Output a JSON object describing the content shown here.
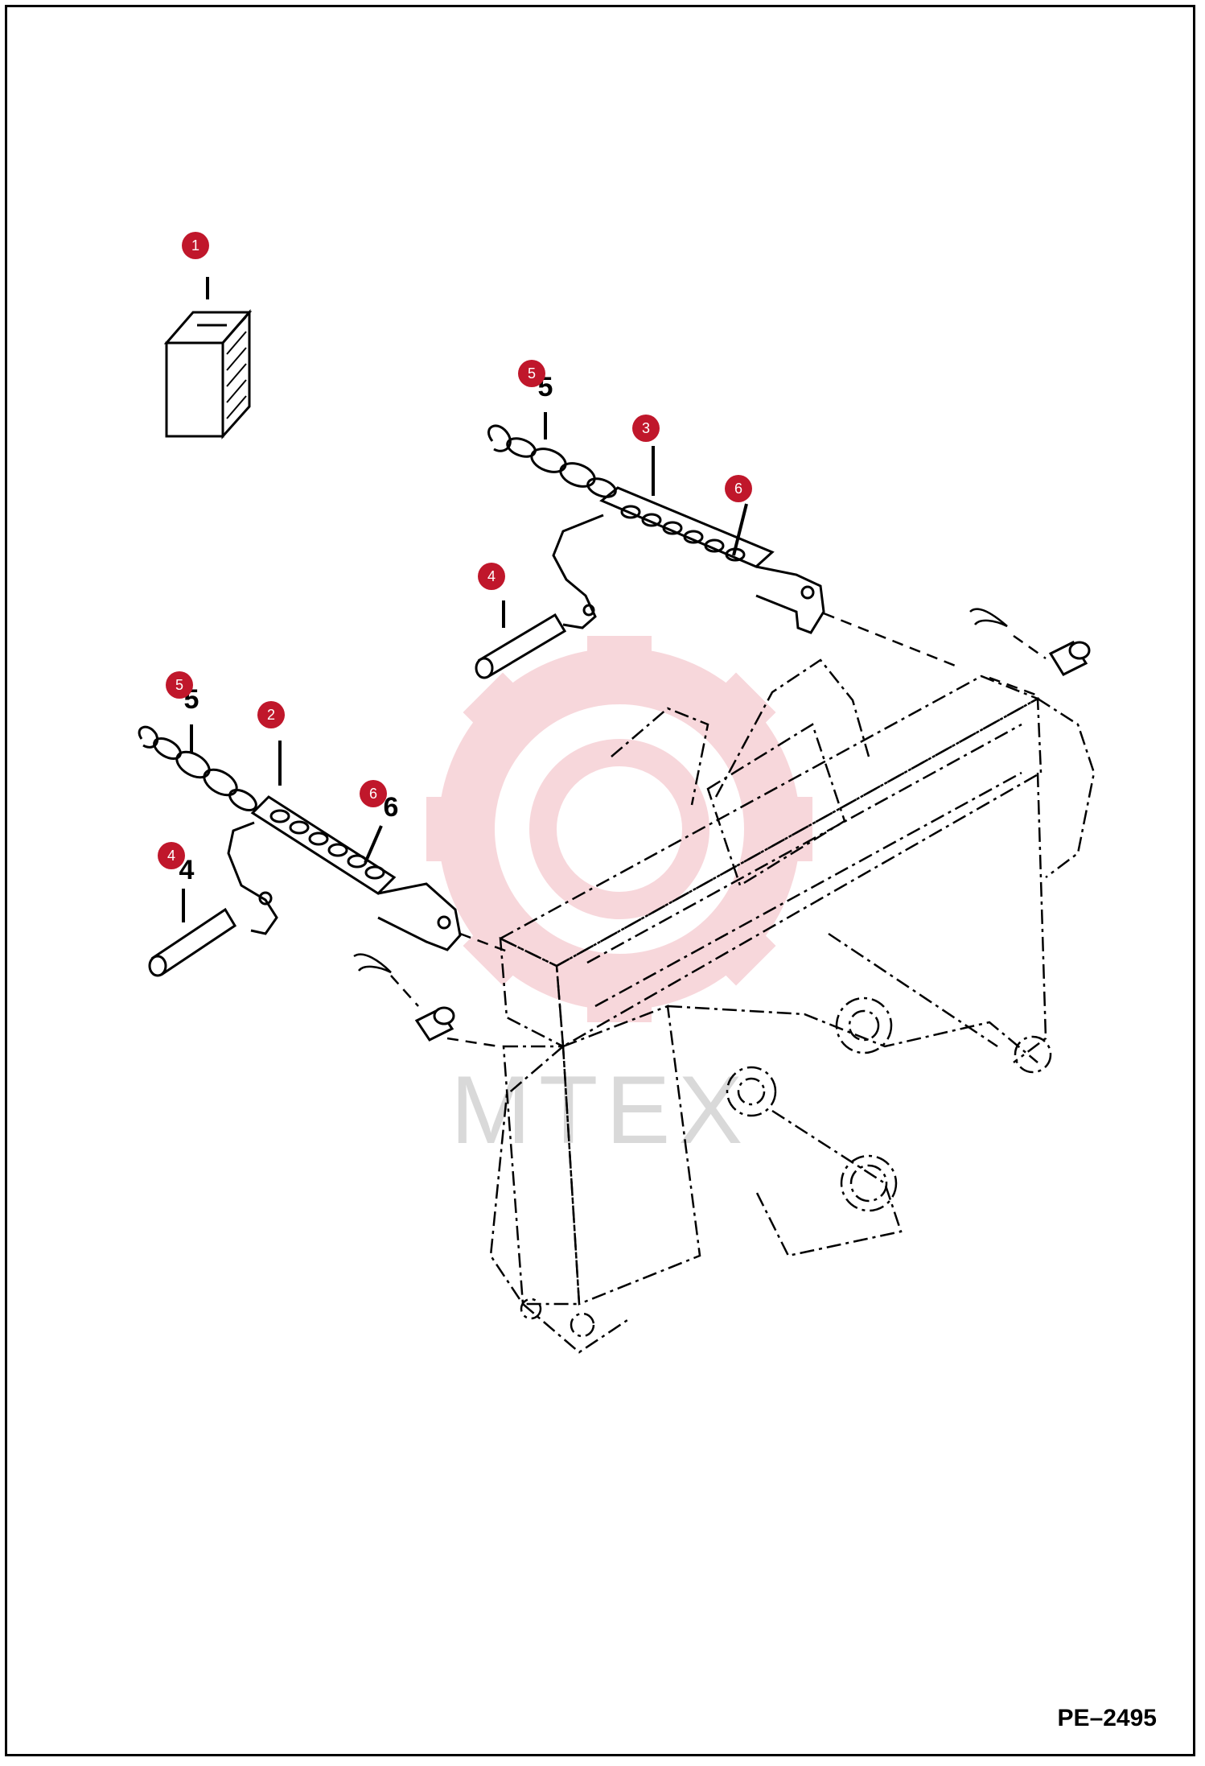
{
  "figure": {
    "id_label": "PE–2495",
    "watermark_text": "МТЕХ"
  },
  "colors": {
    "callout_fill": "#c0172b",
    "line": "#000000",
    "watermark": "#f2b8bf"
  },
  "callouts": [
    {
      "number": "1",
      "ref": ""
    },
    {
      "number": "5",
      "ref": "5"
    },
    {
      "number": "3",
      "ref": ""
    },
    {
      "number": "6",
      "ref": ""
    },
    {
      "number": "4",
      "ref": ""
    },
    {
      "number": "5",
      "ref": "5"
    },
    {
      "number": "2",
      "ref": ""
    },
    {
      "number": "6",
      "ref": "6"
    },
    {
      "number": "4",
      "ref": "4"
    }
  ]
}
